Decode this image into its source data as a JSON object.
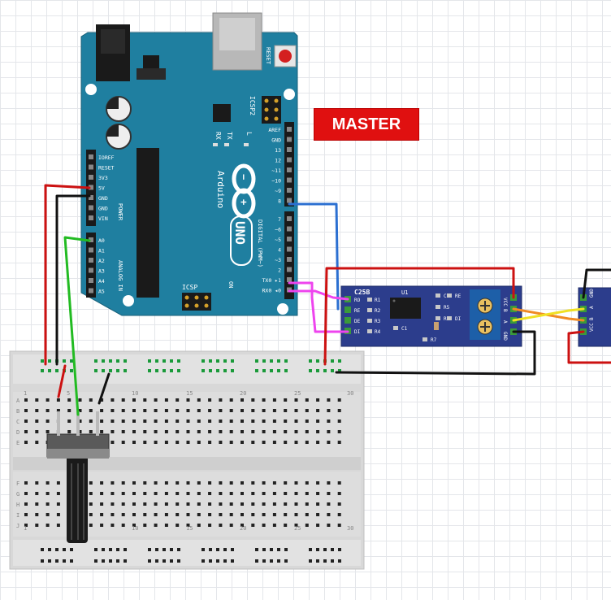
{
  "labels": {
    "master": "MASTER"
  },
  "arduino": {
    "brand": "Arduino",
    "model": "UNO",
    "reset": "RESET",
    "icsp": "ICSP",
    "icsp2": "ICSP2",
    "on": "ON",
    "tx": "TX",
    "rx": "RX",
    "l": "L",
    "power_section": "POWER",
    "analog_section": "ANALOG IN",
    "digital_section": "DIGITAL (PWM~)",
    "power_pins": [
      "IOREF",
      "RESET",
      "3V3",
      "5V",
      "GND",
      "GND",
      "VIN"
    ],
    "analog_pins": [
      "A0",
      "A1",
      "A2",
      "A3",
      "A4",
      "A5"
    ],
    "digital_pins_top": [
      "AREF",
      "GND",
      "13",
      "12",
      "~11",
      "~10",
      "~9",
      "8"
    ],
    "digital_pins_bottom": [
      "7",
      "~6",
      "~5",
      "4",
      "~3",
      "2",
      "TX0 ▸1",
      "RX0 ◂0"
    ]
  },
  "module_master": {
    "chip": "C25B",
    "u1": "U1",
    "left_pins": [
      "RO",
      "RE",
      "DE",
      "DI"
    ],
    "right_pins": [
      "VCC",
      "B",
      "A",
      "GND"
    ],
    "resistors": [
      "R1",
      "R2",
      "R3",
      "R4"
    ],
    "caps": [
      "C2",
      "R5",
      "R6",
      "C1",
      "R7",
      "DI",
      "RE"
    ]
  },
  "module_slave": {
    "right_pins": [
      "GND",
      "A",
      "B",
      "VCC"
    ]
  },
  "breadboard": {
    "col_numbers": [
      "1",
      "5",
      "10",
      "15",
      "20",
      "25",
      "30"
    ],
    "row_letters_top": [
      "A",
      "B",
      "C",
      "D",
      "E"
    ],
    "row_letters_bottom": [
      "F",
      "G",
      "H",
      "I",
      "J"
    ]
  },
  "colors": {
    "arduino": "#1f7fa0",
    "module": "#2c3d8c",
    "wire_red": "#cc1111",
    "wire_black": "#111111",
    "wire_green": "#22bb22",
    "wire_blue": "#2b6fd1",
    "wire_pink": "#ee44ee",
    "wire_orange": "#f08a24",
    "wire_yellow": "#f0e024"
  }
}
